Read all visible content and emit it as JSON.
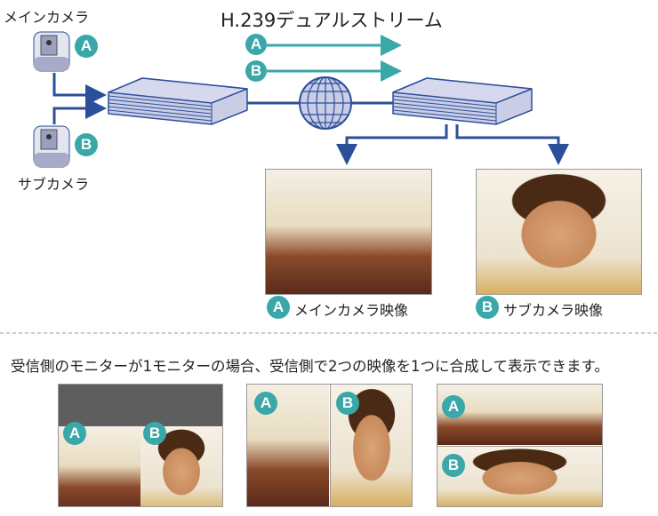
{
  "title": "H.239デュアルストリーム",
  "cameras": {
    "main_label": "メインカメラ",
    "sub_label": "サブカメラ"
  },
  "badges": {
    "a": "A",
    "b": "B"
  },
  "outputs": {
    "main_video_label": "メインカメラ映像",
    "sub_video_label": "サブカメラ映像"
  },
  "note": "受信側のモニターが1モニターの場合、受信側で2つの映像を1つに合成して表示できます。",
  "colors": {
    "teal": "#3aa7a9",
    "blue": "#2c4f9a",
    "device": "#c9cde6"
  }
}
